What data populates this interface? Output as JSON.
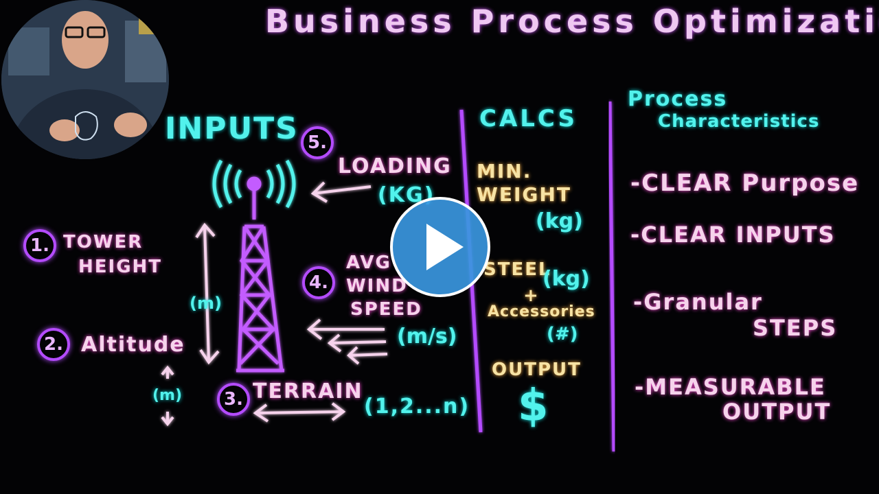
{
  "title": "Business Process Optimization",
  "sections": {
    "inputs": "INPUTS",
    "calcs": "CALCS",
    "process_line1": "Process",
    "process_line2": "Characteristics"
  },
  "inputs": {
    "n1": "1.",
    "tower_line1": "TOWER",
    "tower_line2": "HEIGHT",
    "n2": "2.",
    "altitude": "Altitude",
    "n3": "3.",
    "terrain": "TERRAIN",
    "terrain_values": "(1,2...n)",
    "n4": "4.",
    "wind_line1": "AVG",
    "wind_line2": "WIND",
    "wind_line3": "SPEED",
    "wind_unit": "(m/s)",
    "n5": "5.",
    "loading": "LOADING",
    "loading_unit": "(KG)",
    "height_unit": "(m)",
    "altitude_unit": "(m)"
  },
  "calcs": {
    "min_line1": "MIN.",
    "min_line2": "WEIGHT",
    "min_unit": "(kg)",
    "steel": "STEEL",
    "steel_unit": "(kg)",
    "plus": "+",
    "accessories": "Accessories",
    "accessories_unit": "(#)",
    "output": "OUTPUT",
    "dollar": "$"
  },
  "characteristics": {
    "c1": "-CLEAR Purpose",
    "c2": "-CLEAR INPUTS",
    "c3_line1": "-Granular",
    "c3_line2": "STEPS",
    "c4_line1": "-MEASURABLE",
    "c4_line2": "OUTPUT"
  },
  "colors": {
    "purple_line": "#b44cff",
    "tower": "#c35bff",
    "teal": "#52f2ec",
    "pink": "#f6d3ec",
    "play": "#3a96de"
  },
  "icons": {
    "play": "play-icon",
    "tower": "tower-icon",
    "signal": "signal-waves-icon"
  }
}
